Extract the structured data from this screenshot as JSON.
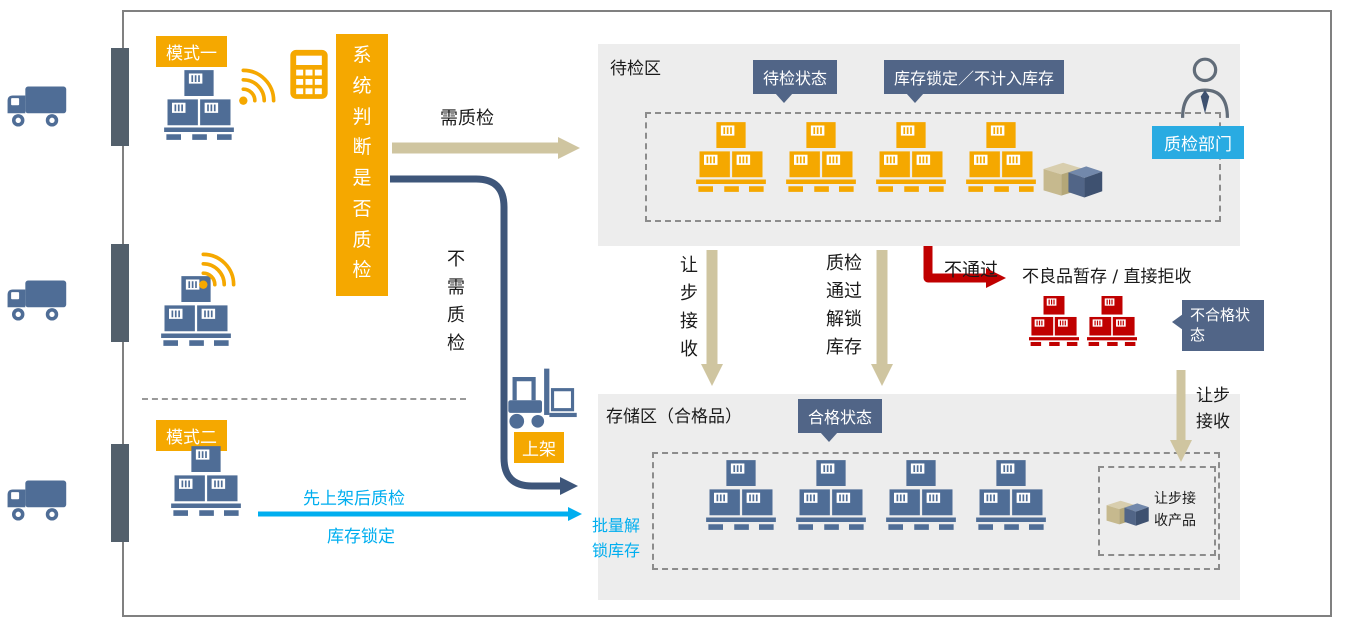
{
  "colors": {
    "orange": "#F5A800",
    "steel_blue": "#4F6D96",
    "navy_bubble": "#516587",
    "navy_arrow": "#3E567A",
    "cyan_badge": "#29ABE2",
    "cyan_arrow": "#00AEEF",
    "red": "#C00000",
    "tan_arrow": "#CFC5A0",
    "area_gray": "#EDEDED"
  },
  "icons": {
    "truck": "truck-icon",
    "pallet": "pallet-stack-icon",
    "wifi": "wifi-signal-icon",
    "scanner": "handheld-scanner-icon",
    "forklift": "forklift-icon",
    "person": "inspector-person-icon",
    "cartons": "cartons-icon"
  },
  "mode1_badge": "模式一",
  "mode2_badge": "模式二",
  "system_box": "系统判断是否质检",
  "flows": {
    "need_qc": "需质检",
    "no_need_qc": "不需质检",
    "concession_accept": "让步接收",
    "qc_pass_unlock": "质检通过解锁库存",
    "fail": "不通过",
    "defective_concession": "让步接收",
    "shelve_first": "先上架后质检",
    "stock_lock": "库存锁定",
    "batch_unlock": "批量解锁库存",
    "shelving": "上架"
  },
  "pending_area": {
    "title": "待检区",
    "status_bubble": "待检状态",
    "lock_bubble": "库存锁定／不计入库存",
    "qc_department": "质检部门"
  },
  "defective_area": {
    "title": "不良品暂存 / 直接拒收",
    "status_bubble": "不合格状态"
  },
  "storage_area": {
    "title": "存储区（合格品）",
    "status_bubble": "合格状态",
    "concession_products": "让步接收产品"
  }
}
